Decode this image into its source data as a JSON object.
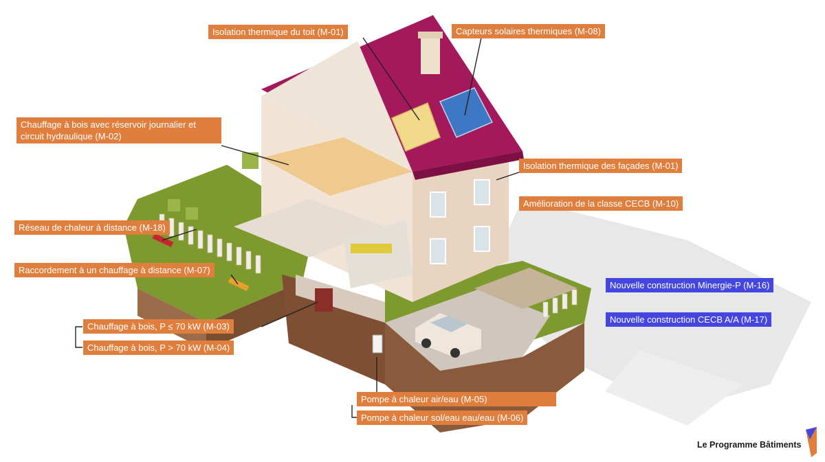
{
  "labels": {
    "roof_insulation": "Isolation thermique du toit (M-01)",
    "solar_collectors": "Capteurs solaires thermiques (M-08)",
    "wood_heating_tank": "Chauffage à bois avec réservoir journalier et circuit hydraulique (M-02)",
    "facade_insulation": "Isolation thermique des façades (M-01)",
    "cecb_improvement": "Amélioration de la classe CECB (M-10)",
    "district_network": "Réseau de chaleur à distance (M-18)",
    "district_connection": "Raccordement à un chauffage à distance (M-07)",
    "wood_small": "Chauffage à bois, P ≤ 70 kW (M-03)",
    "wood_large": "Chauffage à bois, P > 70 kW (M-04)",
    "minergie": "Nouvelle construction Minergie-P (M-16)",
    "cecb_new": "Nouvelle construction CECB A/A (M-17)",
    "heat_pump_air": "Pompe à chaleur air/eau (M-05)",
    "heat_pump_ground": "Pompe à chaleur sol/eau eau/eau (M-06)"
  },
  "logo": {
    "text": "Le Programme Bâtiments"
  },
  "colors": {
    "measure_label": "#e07f3d",
    "new_construction_label": "#4545e0",
    "roof": "#a3195b",
    "walls": "#e9d3c1",
    "grass": "#7e9a2e",
    "soil": "#8a5a3c",
    "shadow": "#e6e6e6"
  }
}
